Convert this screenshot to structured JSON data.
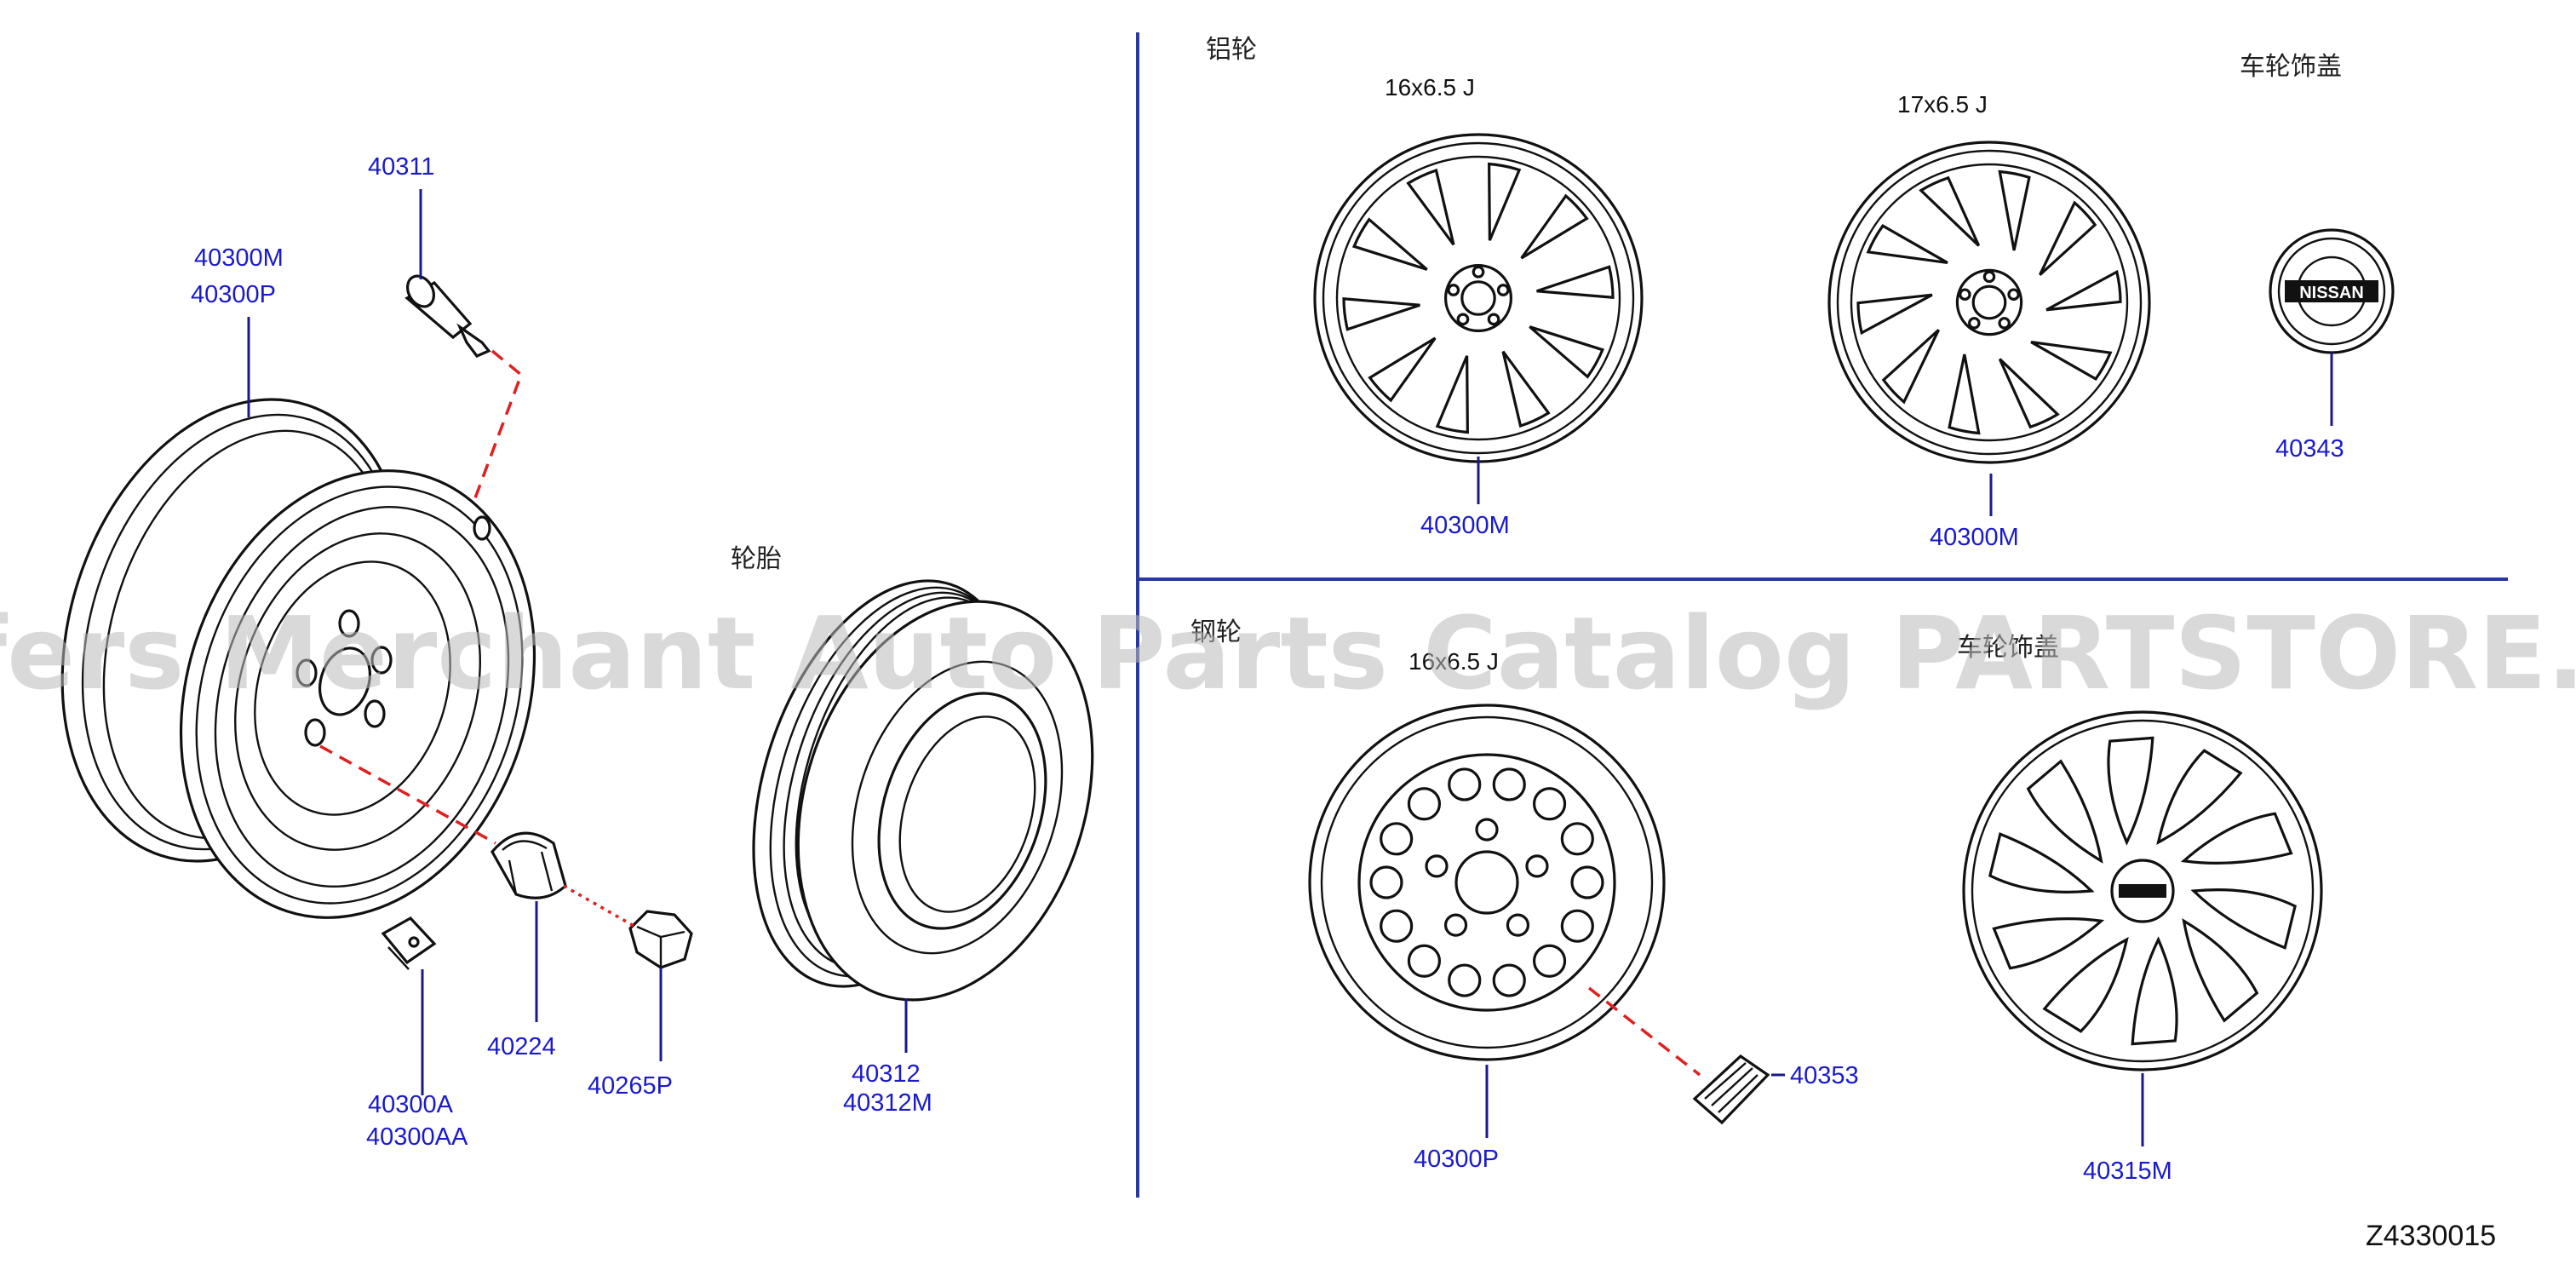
{
  "sections": {
    "tire": "轮胎",
    "alloy_wheel": "铝轮",
    "alloy_wheel_cap": "车轮饰盖",
    "steel_wheel": "钢轮",
    "steel_wheel_cover": "车轮饰盖"
  },
  "sizes": {
    "alloy_16": "16x6.5   J",
    "alloy_17": "17x6.5   J",
    "steel_16": "16x6.5   J"
  },
  "parts": {
    "valve": "40311",
    "wheel_m": "40300M",
    "wheel_p": "40300P",
    "weight_a": "40300A",
    "weight_aa": "40300AA",
    "nut": "40224",
    "cap_nut": "40265P",
    "tire": "40312",
    "tire_m": "40312M",
    "alloy16_wheel": "40300M",
    "alloy17_wheel": "40300M",
    "center_cap": "40343",
    "steel_wheel": "40300P",
    "steel_weight": "40353",
    "wheel_cover": "40315M"
  },
  "figure_id": "Z4330015",
  "watermark": "Offers Merchant Auto Parts Catalog PARTSTORE.SA",
  "badge": "NISSAN",
  "colors": {
    "part_label": "#1a1acc",
    "divider": "#2a3a9a",
    "guide_line": "#e02020"
  }
}
